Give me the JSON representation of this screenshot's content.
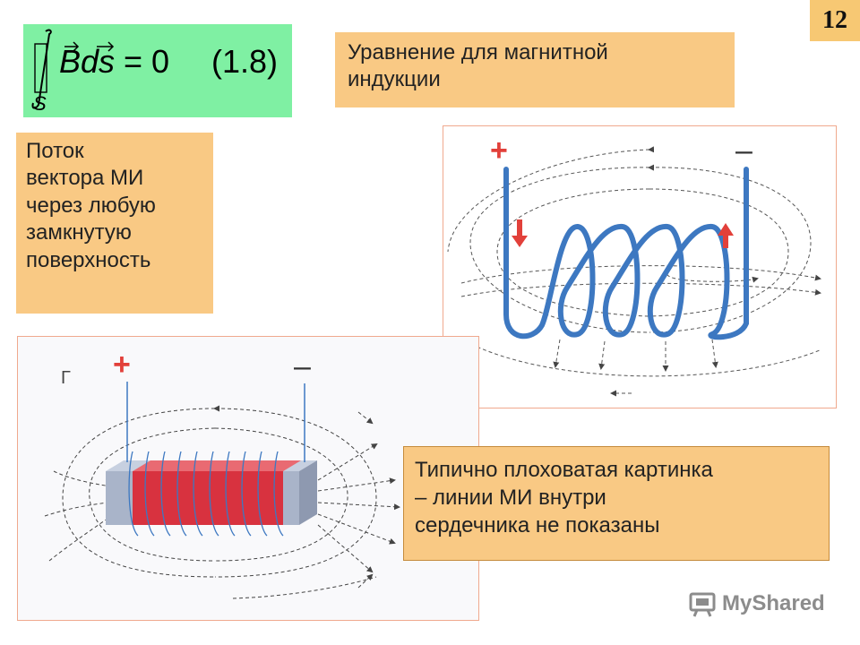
{
  "slide_number": "12",
  "formula": {
    "integral_subscript": "S",
    "vector": "B",
    "differential": "ds",
    "equals": "= 0",
    "tag": "(1.8)"
  },
  "title_box": {
    "line1": "Уравнение для магнитной",
    "line2": "индукции"
  },
  "flux_box": {
    "lines": [
      "Поток",
      "вектора МИ",
      "через любую",
      "замкнутую",
      "поверхность"
    ]
  },
  "coil_figure": {
    "plus_sign": "+",
    "minus_sign": "–"
  },
  "bar_figure": {
    "corner_label": "Г",
    "plus_sign": "+",
    "minus_sign": "–"
  },
  "note_box": {
    "line1": "Типично плоховатая картинка",
    "line2": "– линии МИ внутри",
    "line3": "сердечника не показаны"
  },
  "watermark": {
    "text": "MyShared"
  },
  "colors": {
    "formula_bg": "#7ff0a3",
    "box_bg": "#f9c984",
    "frame_border": "#f0a98e",
    "coil_wire": "#4a87c9",
    "sign_red": "#e2403a",
    "core_red": "#d8323f",
    "core_grey": "#a9b4c9"
  }
}
